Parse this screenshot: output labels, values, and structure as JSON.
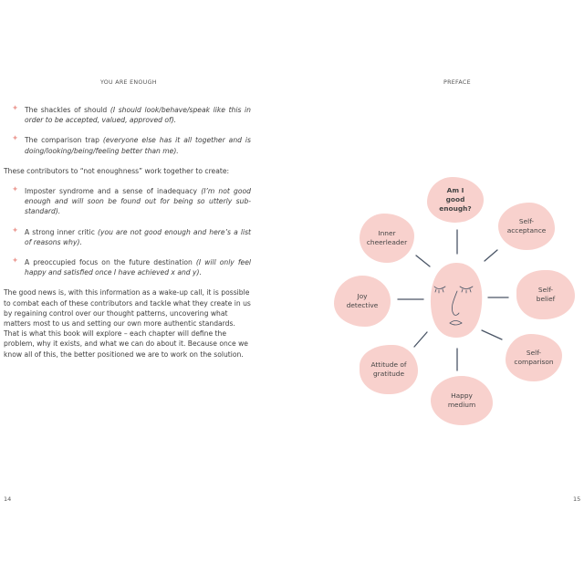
{
  "left_page": {
    "header": "YOU ARE ENOUGH",
    "page_number": "14",
    "bullets_a": [
      {
        "text": "The shackles of should ",
        "italic": "(I should look/behave/speak like this in order to be accepted, valued, approved of)."
      },
      {
        "text": "The comparison trap ",
        "italic": "(everyone else has it all together and is doing/looking/being/feeling better than me)."
      }
    ],
    "intro": "These contributors to “not enoughness” work together to create:",
    "bullets_b": [
      {
        "text": "Imposter syndrome and a sense of inadequacy ",
        "italic": "(I’m not good enough and will soon be found out for being so utterly sub-standard)."
      },
      {
        "text": "A strong inner critic ",
        "italic": "(you are not good enough and here’s a list of reasons why)."
      },
      {
        "text": "A preoccupied focus on the future destination ",
        "italic": "(I will only feel happy and satisfied once I have achieved x and y)."
      }
    ],
    "paragraph": "The good news is, with this information as a wake-up call, it is possible to combat each of these contributors and tackle what they create in us by regaining control over our thought patterns, uncovering what matters most to us and setting our own more authentic standards. That is what this book will explore – each chapter will define the problem, why it exists, and what we can do about it. Because once we know all of this, the better positioned we are to work on the solution."
  },
  "right_page": {
    "header": "PREFACE",
    "page_number": "15",
    "diagram": {
      "center_icon": "face-line-drawing",
      "blob_color": "#f8d1cd",
      "line_color": "#4a5566",
      "nodes": [
        {
          "id": "am-i-good-enough",
          "label": "Am I good enough?",
          "bold": true
        },
        {
          "id": "self-acceptance",
          "label": "Self-acceptance"
        },
        {
          "id": "self-belief",
          "label": "Self-belief"
        },
        {
          "id": "self-comparison",
          "label": "Self-comparison"
        },
        {
          "id": "happy-medium",
          "label": "Happy medium"
        },
        {
          "id": "attitude-of-gratitude",
          "label": "Attitude of gratitude"
        },
        {
          "id": "joy-detective",
          "label": "Joy detective"
        },
        {
          "id": "inner-cheerleader",
          "label": "Inner cheerleader"
        }
      ]
    }
  }
}
